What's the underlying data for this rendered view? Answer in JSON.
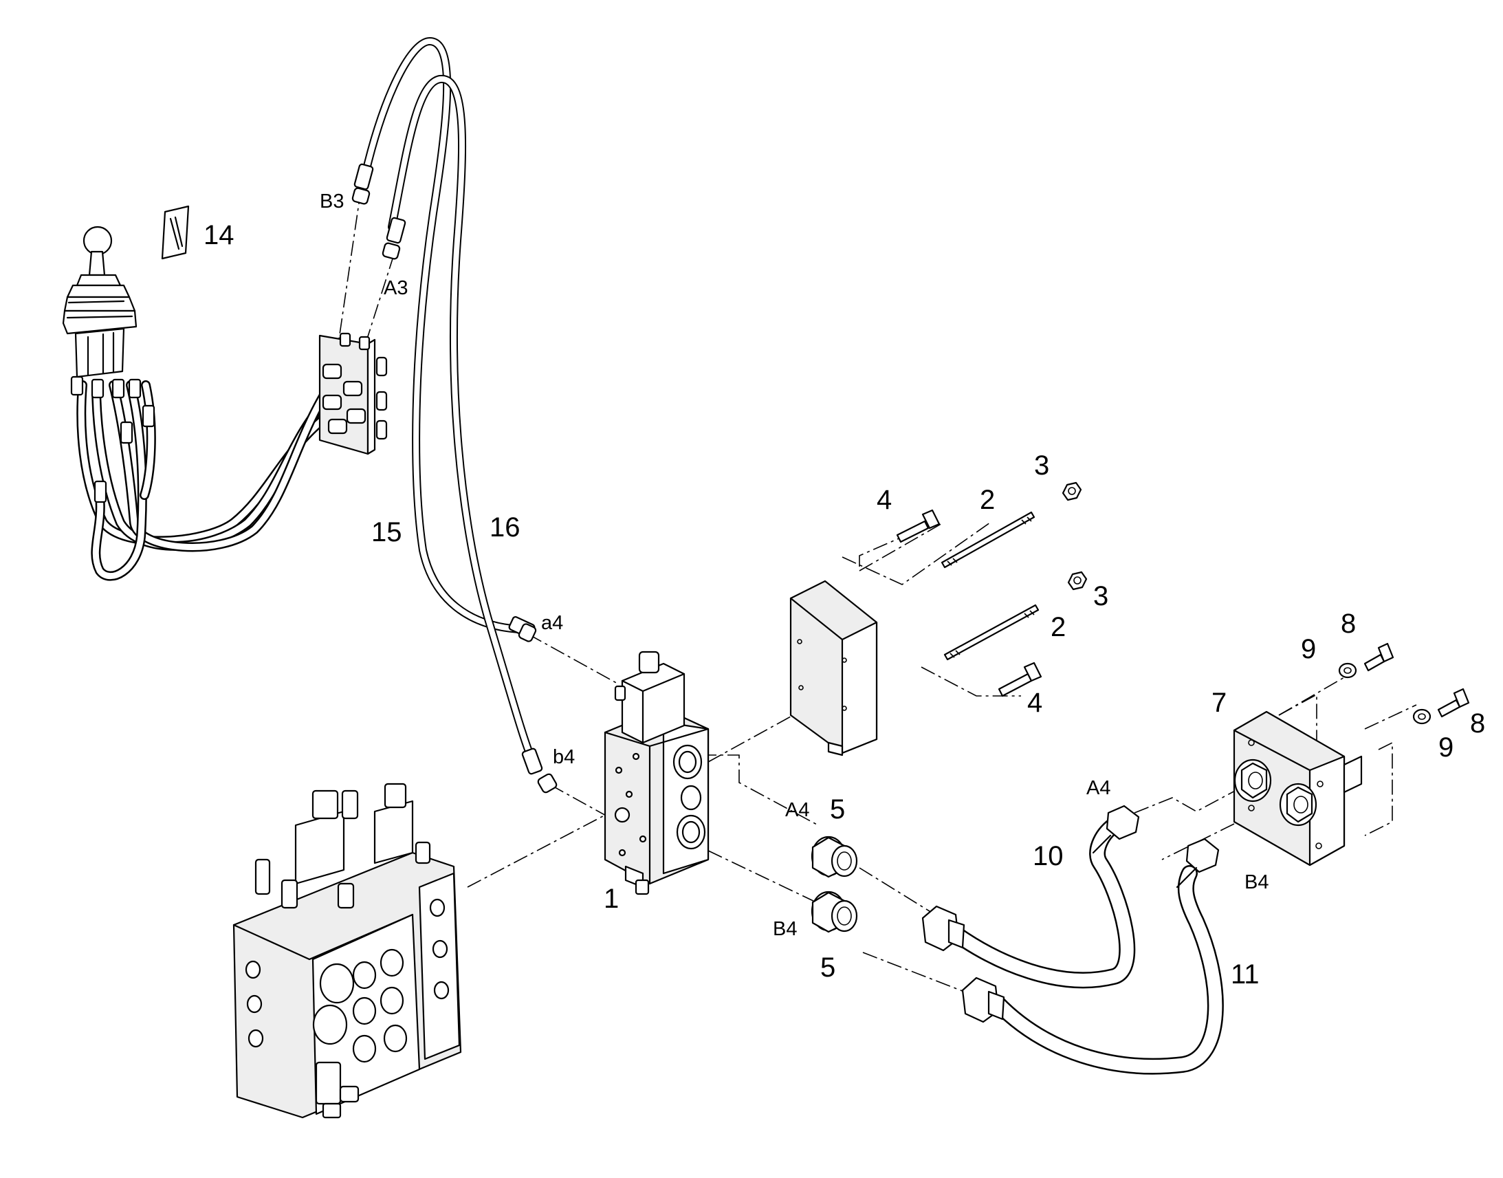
{
  "callouts": {
    "p1": "1",
    "p2a": "2",
    "p2b": "2",
    "p3a": "3",
    "p3b": "3",
    "p4a": "4",
    "p4b": "4",
    "p5a": "5",
    "p5b": "5",
    "p7": "7",
    "p8a": "8",
    "p8b": "8",
    "p9a": "9",
    "p9b": "9",
    "p10": "10",
    "p11": "11",
    "p14": "14",
    "p15": "15",
    "p16": "16"
  },
  "ports": {
    "B3": "B3",
    "A3": "A3",
    "a4": "a4",
    "b4": "b4",
    "A4_valve": "A4",
    "B4_valve": "B4",
    "A4_plate": "A4",
    "B4_plate": "B4"
  }
}
